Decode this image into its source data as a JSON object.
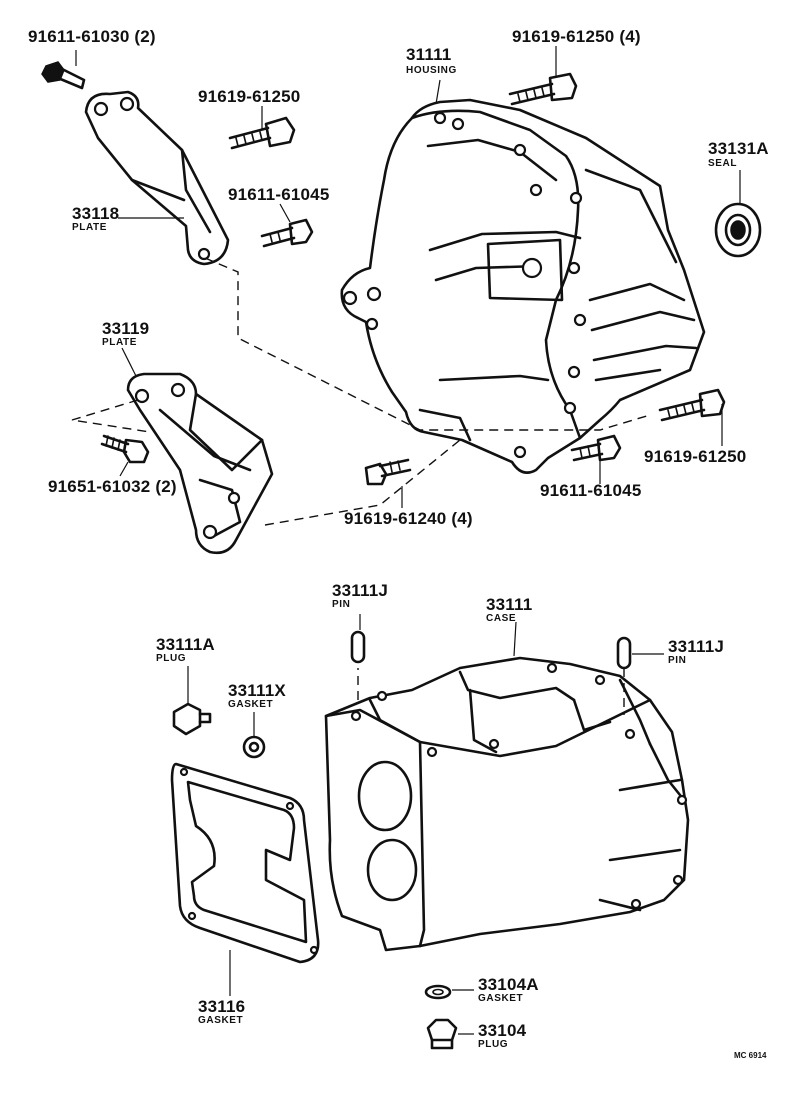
{
  "labels": {
    "bolt_91611_61030": "91611-61030 (2)",
    "bolt_91619_61250_top": "91619-61250",
    "bolt_91619_61250_4": "91619-61250 (4)",
    "housing_pn": "31111",
    "housing_nm": "HOUSING",
    "seal_pn": "33131A",
    "seal_nm": "SEAL",
    "bolt_91611_61045_top": "91611-61045",
    "plate_33118_pn": "33118",
    "plate_33118_nm": "PLATE",
    "plate_33119_pn": "33119",
    "plate_33119_nm": "PLATE",
    "bolt_91651_61032": "91651-61032 (2)",
    "bolt_91619_61240": "91619-61240 (4)",
    "bolt_91611_61045_bot": "91611-61045",
    "bolt_91619_61250_right": "91619-61250",
    "pin_left_pn": "33111J",
    "pin_left_nm": "PIN",
    "case_pn": "33111",
    "case_nm": "CASE",
    "pin_right_pn": "33111J",
    "pin_right_nm": "PIN",
    "plug_a_pn": "33111A",
    "plug_a_nm": "PLUG",
    "gasket_x_pn": "33111X",
    "gasket_x_nm": "GASKET",
    "gasket_116_pn": "33116",
    "gasket_116_nm": "GASKET",
    "gasket_104a_pn": "33104A",
    "gasket_104a_nm": "GASKET",
    "plug_104_pn": "33104",
    "plug_104_nm": "PLUG",
    "figure_code": "MC 6914"
  }
}
